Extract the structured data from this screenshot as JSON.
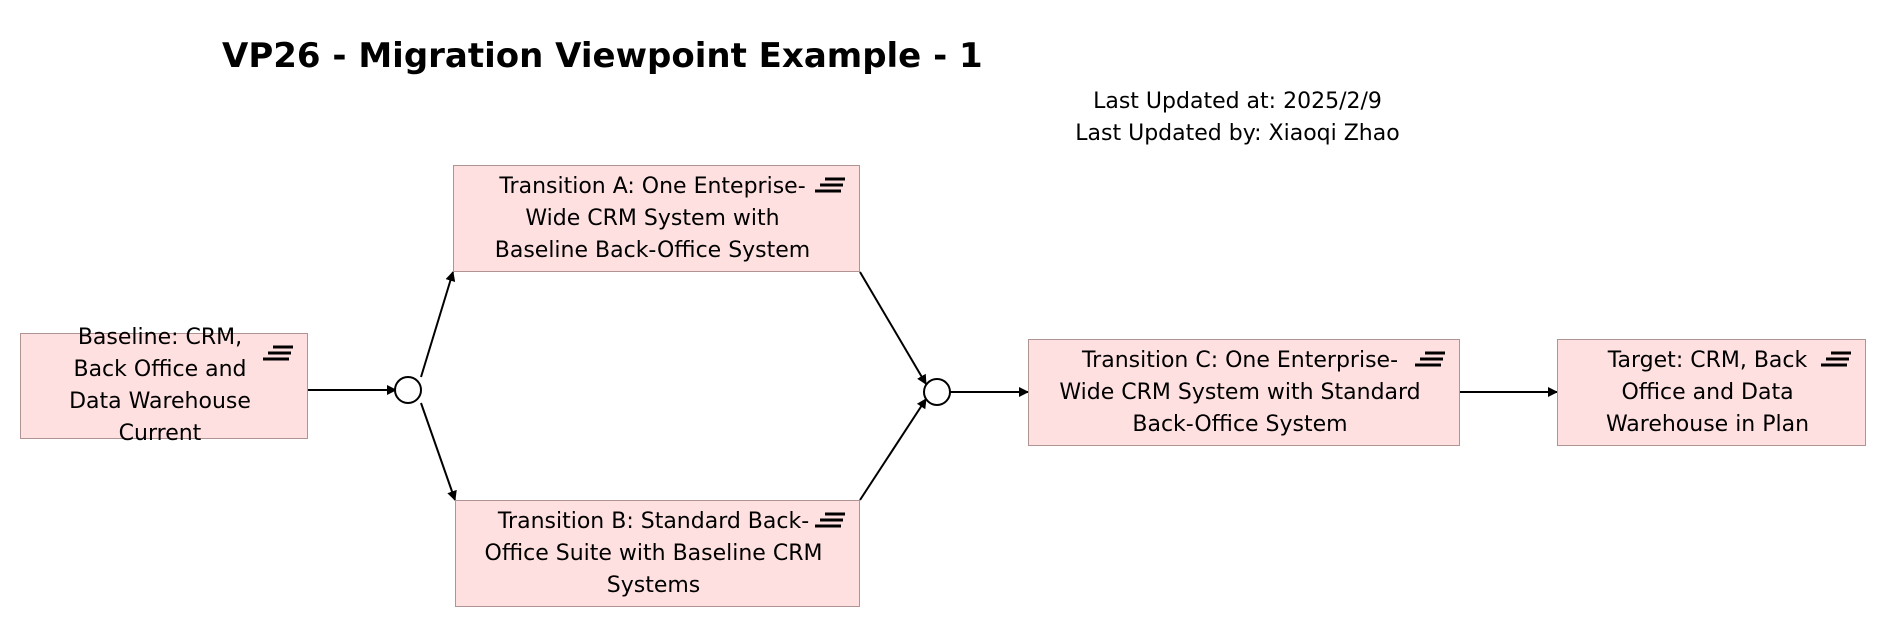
{
  "title": "VP26 - Migration Viewpoint Example - 1",
  "meta": {
    "updated_at": "Last Updated at: 2025/2/9",
    "updated_by": "Last Updated by: Xiaoqi Zhao"
  },
  "plateaus": {
    "baseline": {
      "label": "Baseline: CRM, Back Office and Data Warehouse Current",
      "icon": "plateau-icon"
    },
    "transition_a": {
      "label": "Transition A: One Enteprise-Wide CRM System with Baseline Back-Office System",
      "icon": "plateau-icon"
    },
    "transition_b": {
      "label": "Transition B: Standard Back-Office Suite with Baseline CRM Systems",
      "icon": "plateau-icon"
    },
    "transition_c": {
      "label": "Transition C: One Enterprise-Wide CRM System with Standard Back-Office System",
      "icon": "plateau-icon"
    },
    "target": {
      "label": "Target: CRM, Back Office and Data Warehouse in Plan",
      "icon": "plateau-icon"
    }
  },
  "colors": {
    "plateau_fill": "#ffe0e0",
    "plateau_border": "#b09393",
    "line": "#000000"
  }
}
